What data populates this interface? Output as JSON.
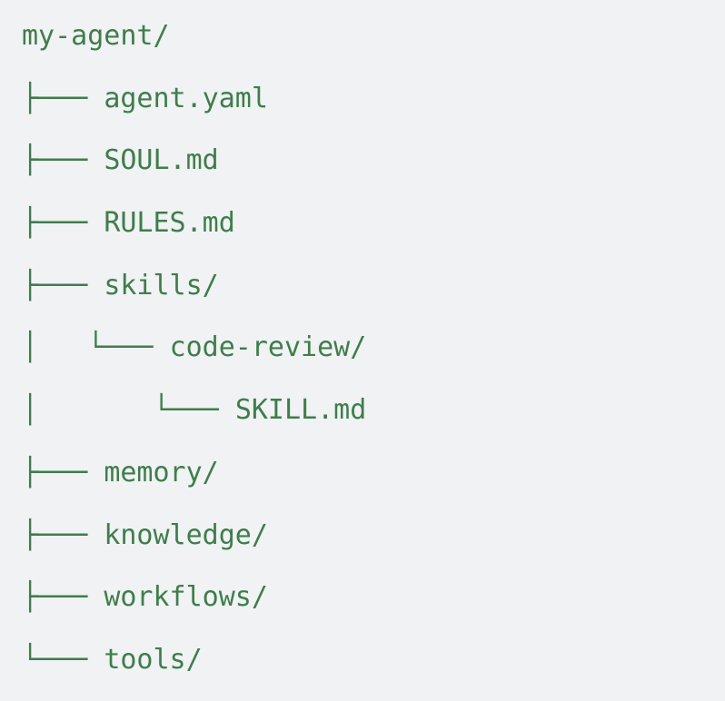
{
  "colors": {
    "background": "#f0f2f4",
    "text": "#3f7d4b"
  },
  "tree": {
    "rows": [
      {
        "branch": "",
        "label": "my-agent/"
      },
      {
        "branch": "├─── ",
        "label": "agent.yaml"
      },
      {
        "branch": "├─── ",
        "label": "SOUL.md"
      },
      {
        "branch": "├─── ",
        "label": "RULES.md"
      },
      {
        "branch": "├─── ",
        "label": "skills/"
      },
      {
        "branch": "│   └─── ",
        "label": "code-review/"
      },
      {
        "branch": "│       └─── ",
        "label": "SKILL.md"
      },
      {
        "branch": "├─── ",
        "label": "memory/"
      },
      {
        "branch": "├─── ",
        "label": "knowledge/"
      },
      {
        "branch": "├─── ",
        "label": "workflows/"
      },
      {
        "branch": "└─── ",
        "label": "tools/"
      }
    ]
  }
}
